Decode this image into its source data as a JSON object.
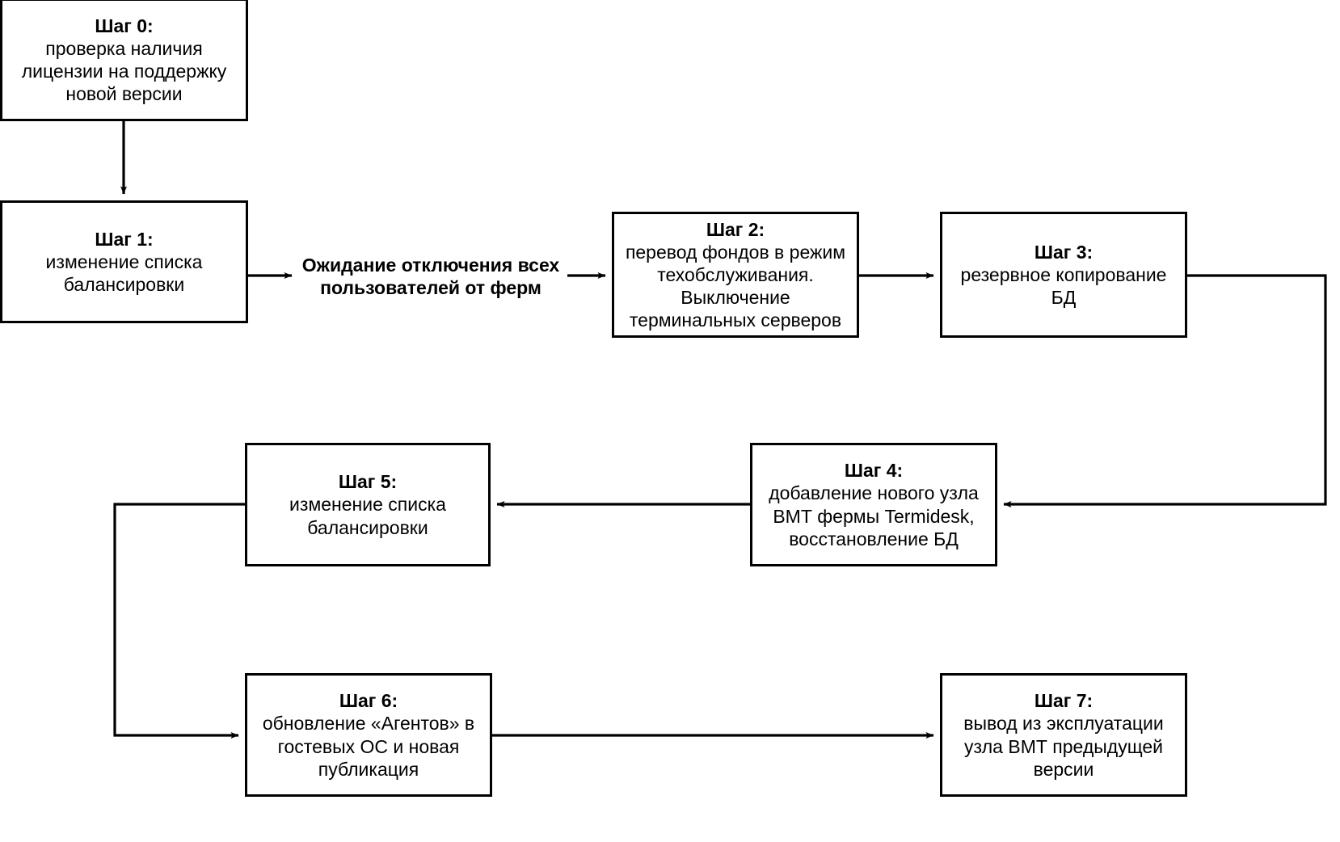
{
  "diagram": {
    "title_present": false,
    "colors": {
      "stroke": "#000000",
      "fill": "#ffffff",
      "text": "#000000"
    },
    "nodes": [
      {
        "id": "step0",
        "title": "Шаг 0:",
        "body": "проверка наличия\nлицензии на поддержку\nновой версии"
      },
      {
        "id": "step1",
        "title": "Шаг 1:",
        "body": "изменение списка\nбалансировки"
      },
      {
        "id": "step2",
        "title": "Шаг 2:",
        "body": "перевод фондов в режим\nтехобслуживания.\nВыключение\nтерминальных серверов"
      },
      {
        "id": "step3",
        "title": "Шаг 3:",
        "body": "резервное копирование БД"
      },
      {
        "id": "step4",
        "title": "Шаг 4:",
        "body": "добавление нового узла\nВМТ фермы Termidesk,\nвосстановление БД"
      },
      {
        "id": "step5",
        "title": "Шаг 5:",
        "body": "изменение списка\nбалансировки"
      },
      {
        "id": "step6",
        "title": "Шаг 6:",
        "body": "обновление «Агентов» в\nгостевых ОС и новая\nпубликация"
      },
      {
        "id": "step7",
        "title": "Шаг 7:",
        "body": "вывод из эксплуатации\nузла ВМТ предыдущей\nверсии"
      }
    ],
    "labels": [
      {
        "id": "wait",
        "text": "Ожидание отключения всех\nпользователей от ферм"
      }
    ],
    "edges": [
      {
        "id": "step0-to-step1",
        "from": "step0",
        "to": "step1",
        "direction": "down"
      },
      {
        "id": "step1-to-wait",
        "from": "step1",
        "to": "wait",
        "direction": "right"
      },
      {
        "id": "wait-to-step2",
        "from": "wait",
        "to": "step2",
        "direction": "right"
      },
      {
        "id": "step2-to-step3",
        "from": "step2",
        "to": "step3",
        "direction": "right"
      },
      {
        "id": "step3-to-step4",
        "from": "step3",
        "to": "step4",
        "direction": "right-down-left"
      },
      {
        "id": "step4-to-step5",
        "from": "step4",
        "to": "step5",
        "direction": "left"
      },
      {
        "id": "step5-to-step6",
        "from": "step5",
        "to": "step6",
        "direction": "left-down-right"
      },
      {
        "id": "step6-to-step7",
        "from": "step6",
        "to": "step7",
        "direction": "right"
      }
    ]
  }
}
